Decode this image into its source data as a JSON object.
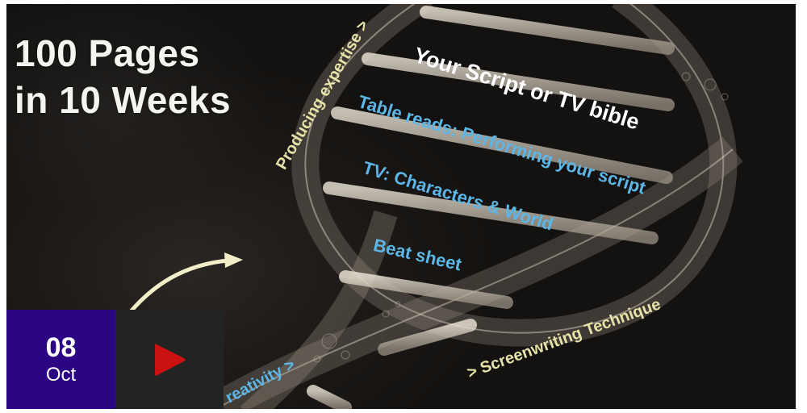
{
  "banner": {
    "title_line1": "100 Pages",
    "title_line2": "in 10 Weeks",
    "labels": {
      "main": "Your Script or TV bible",
      "table_reads": "Table reads: Performing your script",
      "tv_characters": "TV: Characters & World",
      "beat_sheet": "Beat sheet",
      "producing": "Producing expertise >",
      "screenwriting": "> Screenwriting Technique",
      "creativity": "reativity >"
    }
  },
  "event": {
    "day": "08",
    "month": "Oct",
    "date_bg": "#2b0584",
    "play_bg": "#222424",
    "play_color": "#cc1111",
    "play_icon": "play-icon"
  }
}
